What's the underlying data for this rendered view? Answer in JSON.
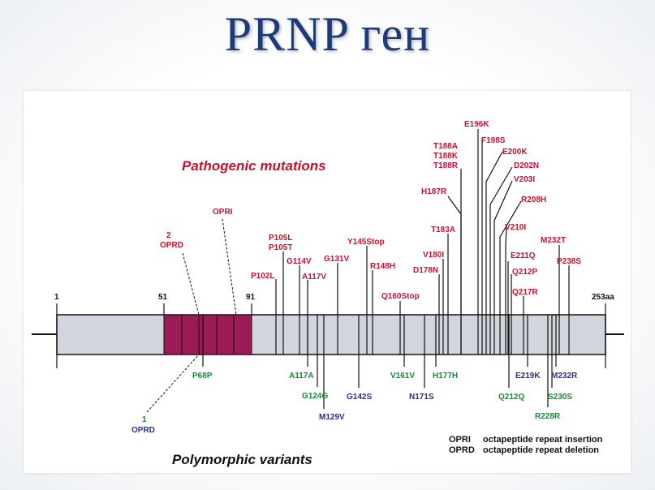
{
  "slide": {
    "title": "PRNP ген"
  },
  "figure": {
    "pathogenic_heading": "Pathogenic mutations",
    "polymorphic_heading": "Polymorphic variants",
    "position_numbers": [
      "1",
      "51",
      "91",
      "253aa"
    ],
    "opri_label": "OPRI",
    "oprd_top_label": "2",
    "oprd_top_label2": "OPRD",
    "oprd_bottom_label": "1",
    "oprd_bottom_label2": "OPRD",
    "legend": [
      {
        "abbr": "OPRI",
        "text": "octapeptide repeat insertion"
      },
      {
        "abbr": "OPRD",
        "text": "octapeptide repeat deletion"
      }
    ],
    "pathogenic": [
      "P102L",
      "P105L",
      "P105T",
      "G114V",
      "A117V",
      "G131V",
      "Y145Stop",
      "R148H",
      "Q160Stop",
      "D178N",
      "V180I",
      "T183A",
      "H187R",
      "T188A",
      "T188K",
      "T188R",
      "E196K",
      "F198S",
      "E200K",
      "D202N",
      "V203I",
      "R208H",
      "V210I",
      "E211Q",
      "Q212P",
      "Q217R",
      "M232T",
      "P238S"
    ],
    "polymorphic": [
      "P68P",
      "A117A",
      "G124G",
      "M129V",
      "G142S",
      "V161V",
      "N171S",
      "H177H",
      "Q212Q",
      "E219K",
      "R228R",
      "S230S",
      "M232R"
    ]
  },
  "colors": {
    "title": "#1f3a78",
    "pathogenic": "#c8102e",
    "polymorphic_green": "#138a36",
    "polymorphic_blue": "#2a2f86",
    "gene_bar": "#d2d5dc",
    "octarepeat": "#9b1b57"
  }
}
